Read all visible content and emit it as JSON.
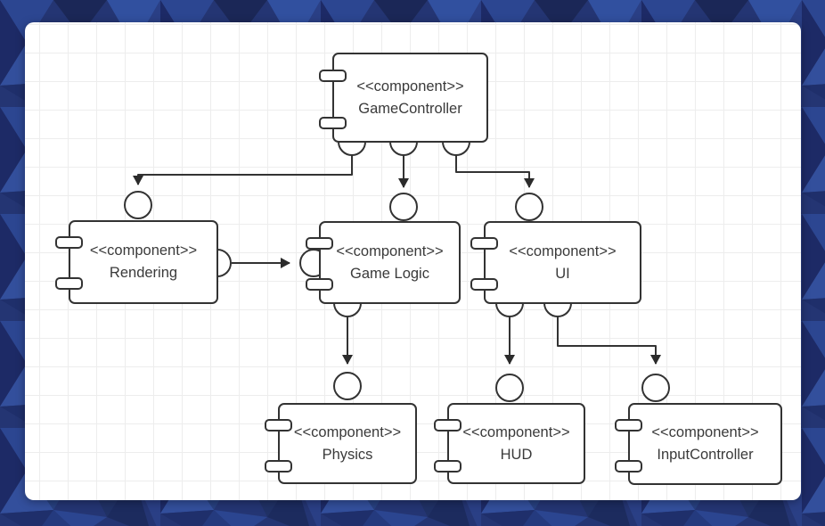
{
  "diagram": {
    "type": "uml-component-diagram",
    "components": [
      {
        "id": "game_controller",
        "stereotype": "<<component>>",
        "name": "GameController"
      },
      {
        "id": "rendering",
        "stereotype": "<<component>>",
        "name": "Rendering"
      },
      {
        "id": "game_logic",
        "stereotype": "<<component>>",
        "name": "Game Logic"
      },
      {
        "id": "ui",
        "stereotype": "<<component>>",
        "name": "UI"
      },
      {
        "id": "physics",
        "stereotype": "<<component>>",
        "name": "Physics"
      },
      {
        "id": "hud",
        "stereotype": "<<component>>",
        "name": "HUD"
      },
      {
        "id": "input_controller",
        "stereotype": "<<component>>",
        "name": "InputController"
      }
    ],
    "connections": [
      {
        "from": "GameController",
        "to": "Rendering",
        "kind": "socket-to-ball-arrow"
      },
      {
        "from": "GameController",
        "to": "Game Logic",
        "kind": "socket-to-ball-arrow"
      },
      {
        "from": "GameController",
        "to": "UI",
        "kind": "socket-to-ball-arrow"
      },
      {
        "from": "Rendering",
        "to": "Game Logic",
        "kind": "socket-to-ball-arrow"
      },
      {
        "from": "Game Logic",
        "to": "Physics",
        "kind": "socket-to-ball-arrow"
      },
      {
        "from": "UI",
        "to": "HUD",
        "kind": "socket-to-ball-arrow"
      },
      {
        "from": "UI",
        "to": "InputController",
        "kind": "socket-to-ball-arrow"
      }
    ]
  },
  "colors": {
    "stroke": "#333333",
    "text": "#3a3a3a",
    "canvas_bg": "#ffffff",
    "grid_line": "#ededed",
    "frame_base": "#243573"
  }
}
